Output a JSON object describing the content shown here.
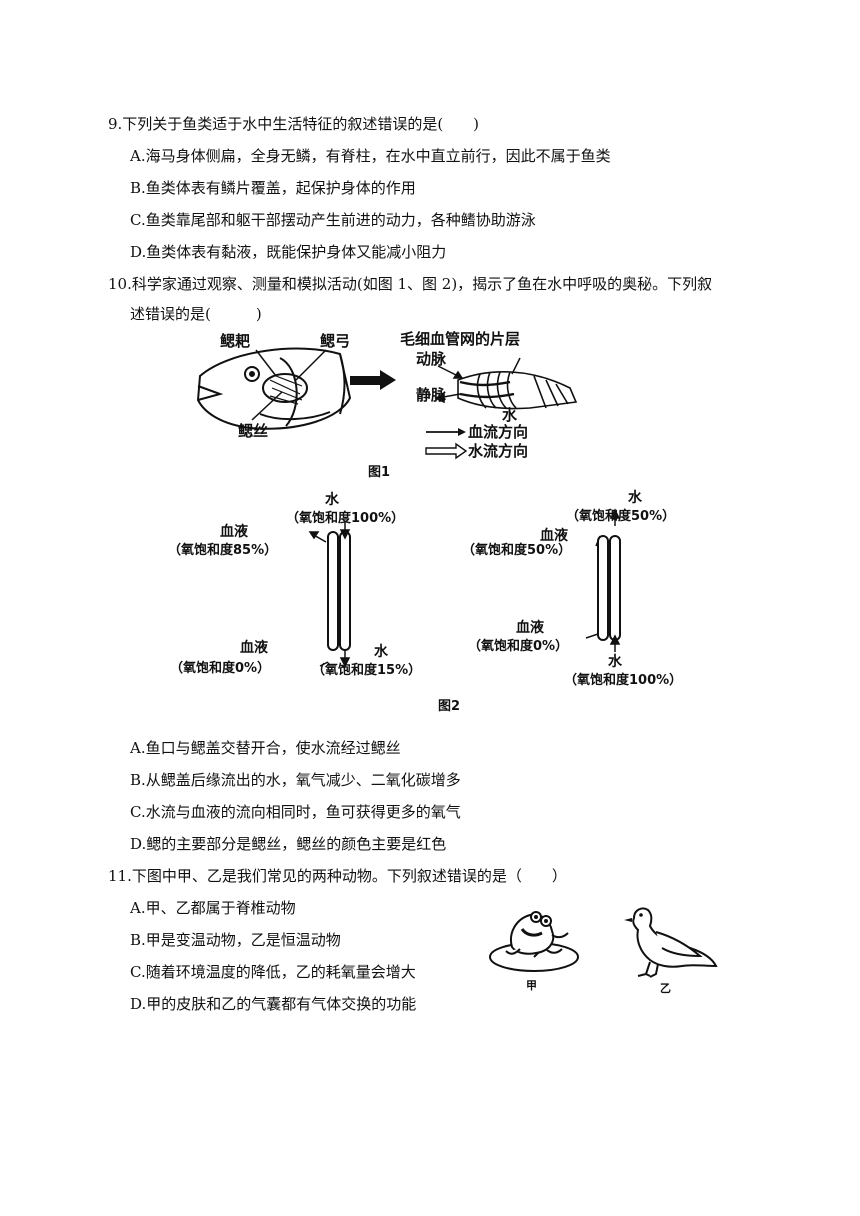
{
  "q9": {
    "stem": "9.下列关于鱼类适于水中生活特征的叙述错误的是(　　)",
    "options": [
      "A.海马身体侧扁，全身无鳞，有脊柱，在水中直立前行，因此不属于鱼类",
      "B.鱼类体表有鳞片覆盖，起保护身体的作用",
      "C.鱼类靠尾部和躯干部摆动产生前进的动力，各种鳍协助游泳",
      "D.鱼类体表有黏液，既能保护身体又能减小阻力"
    ]
  },
  "q10": {
    "stem_line1": "10.科学家通过观察、测量和模拟活动(如图 1、图 2)，揭示了鱼在水中呼吸的奥秘。下列叙",
    "stem_line2": "述错误的是(　　　)",
    "fig1": {
      "label_gill_rakers": "鳃耙",
      "label_gill_arch": "鳃弓",
      "label_gill_filaments": "鳃丝",
      "label_capillary": "毛细血管网的片层",
      "label_artery": "动脉",
      "label_vein": "静脉",
      "label_water": "水",
      "legend_blood": "血流方向",
      "legend_water": "水流方向",
      "caption": "图1"
    },
    "fig2": {
      "left_water_top": "水",
      "left_water_top_sat": "（氧饱和度100%）",
      "left_blood_top": "血液",
      "left_blood_top_sat": "（氧饱和度85%）",
      "left_blood_bottom": "血液",
      "left_blood_bottom_sat": "（氧饱和度0%）",
      "left_water_bottom": "水",
      "left_water_bottom_sat": "（氧饱和度15%）",
      "right_water_top": "水",
      "right_water_top_sat": "（氧饱和度50%）",
      "right_blood_top": "血液",
      "right_blood_top_sat": "（氧饱和度50%）",
      "right_blood_bottom": "血液",
      "right_blood_bottom_sat": "（氧饱和度0%）",
      "right_water_bottom": "水",
      "right_water_bottom_sat": "（氧饱和度100%）",
      "caption": "图2"
    },
    "options": [
      "A.鱼口与鳃盖交替开合，使水流经过鳃丝",
      "B.从鳃盖后缘流出的水，氧气减少、二氧化碳增多",
      "C.水流与血液的流向相同时，鱼可获得更多的氧气",
      "D.鳃的主要部分是鳃丝，鳃丝的颜色主要是红色"
    ]
  },
  "q11": {
    "stem": "11.下图中甲、乙是我们常见的两种动物。下列叙述错误的是（　　）",
    "options": [
      "A.甲、乙都属于脊椎动物",
      "B.甲是变温动物，乙是恒温动物",
      "C.随着环境温度的降低，乙的耗氧量会增大",
      "D.甲的皮肤和乙的气囊都有气体交换的功能"
    ],
    "label_a": "甲",
    "label_b": "乙"
  }
}
